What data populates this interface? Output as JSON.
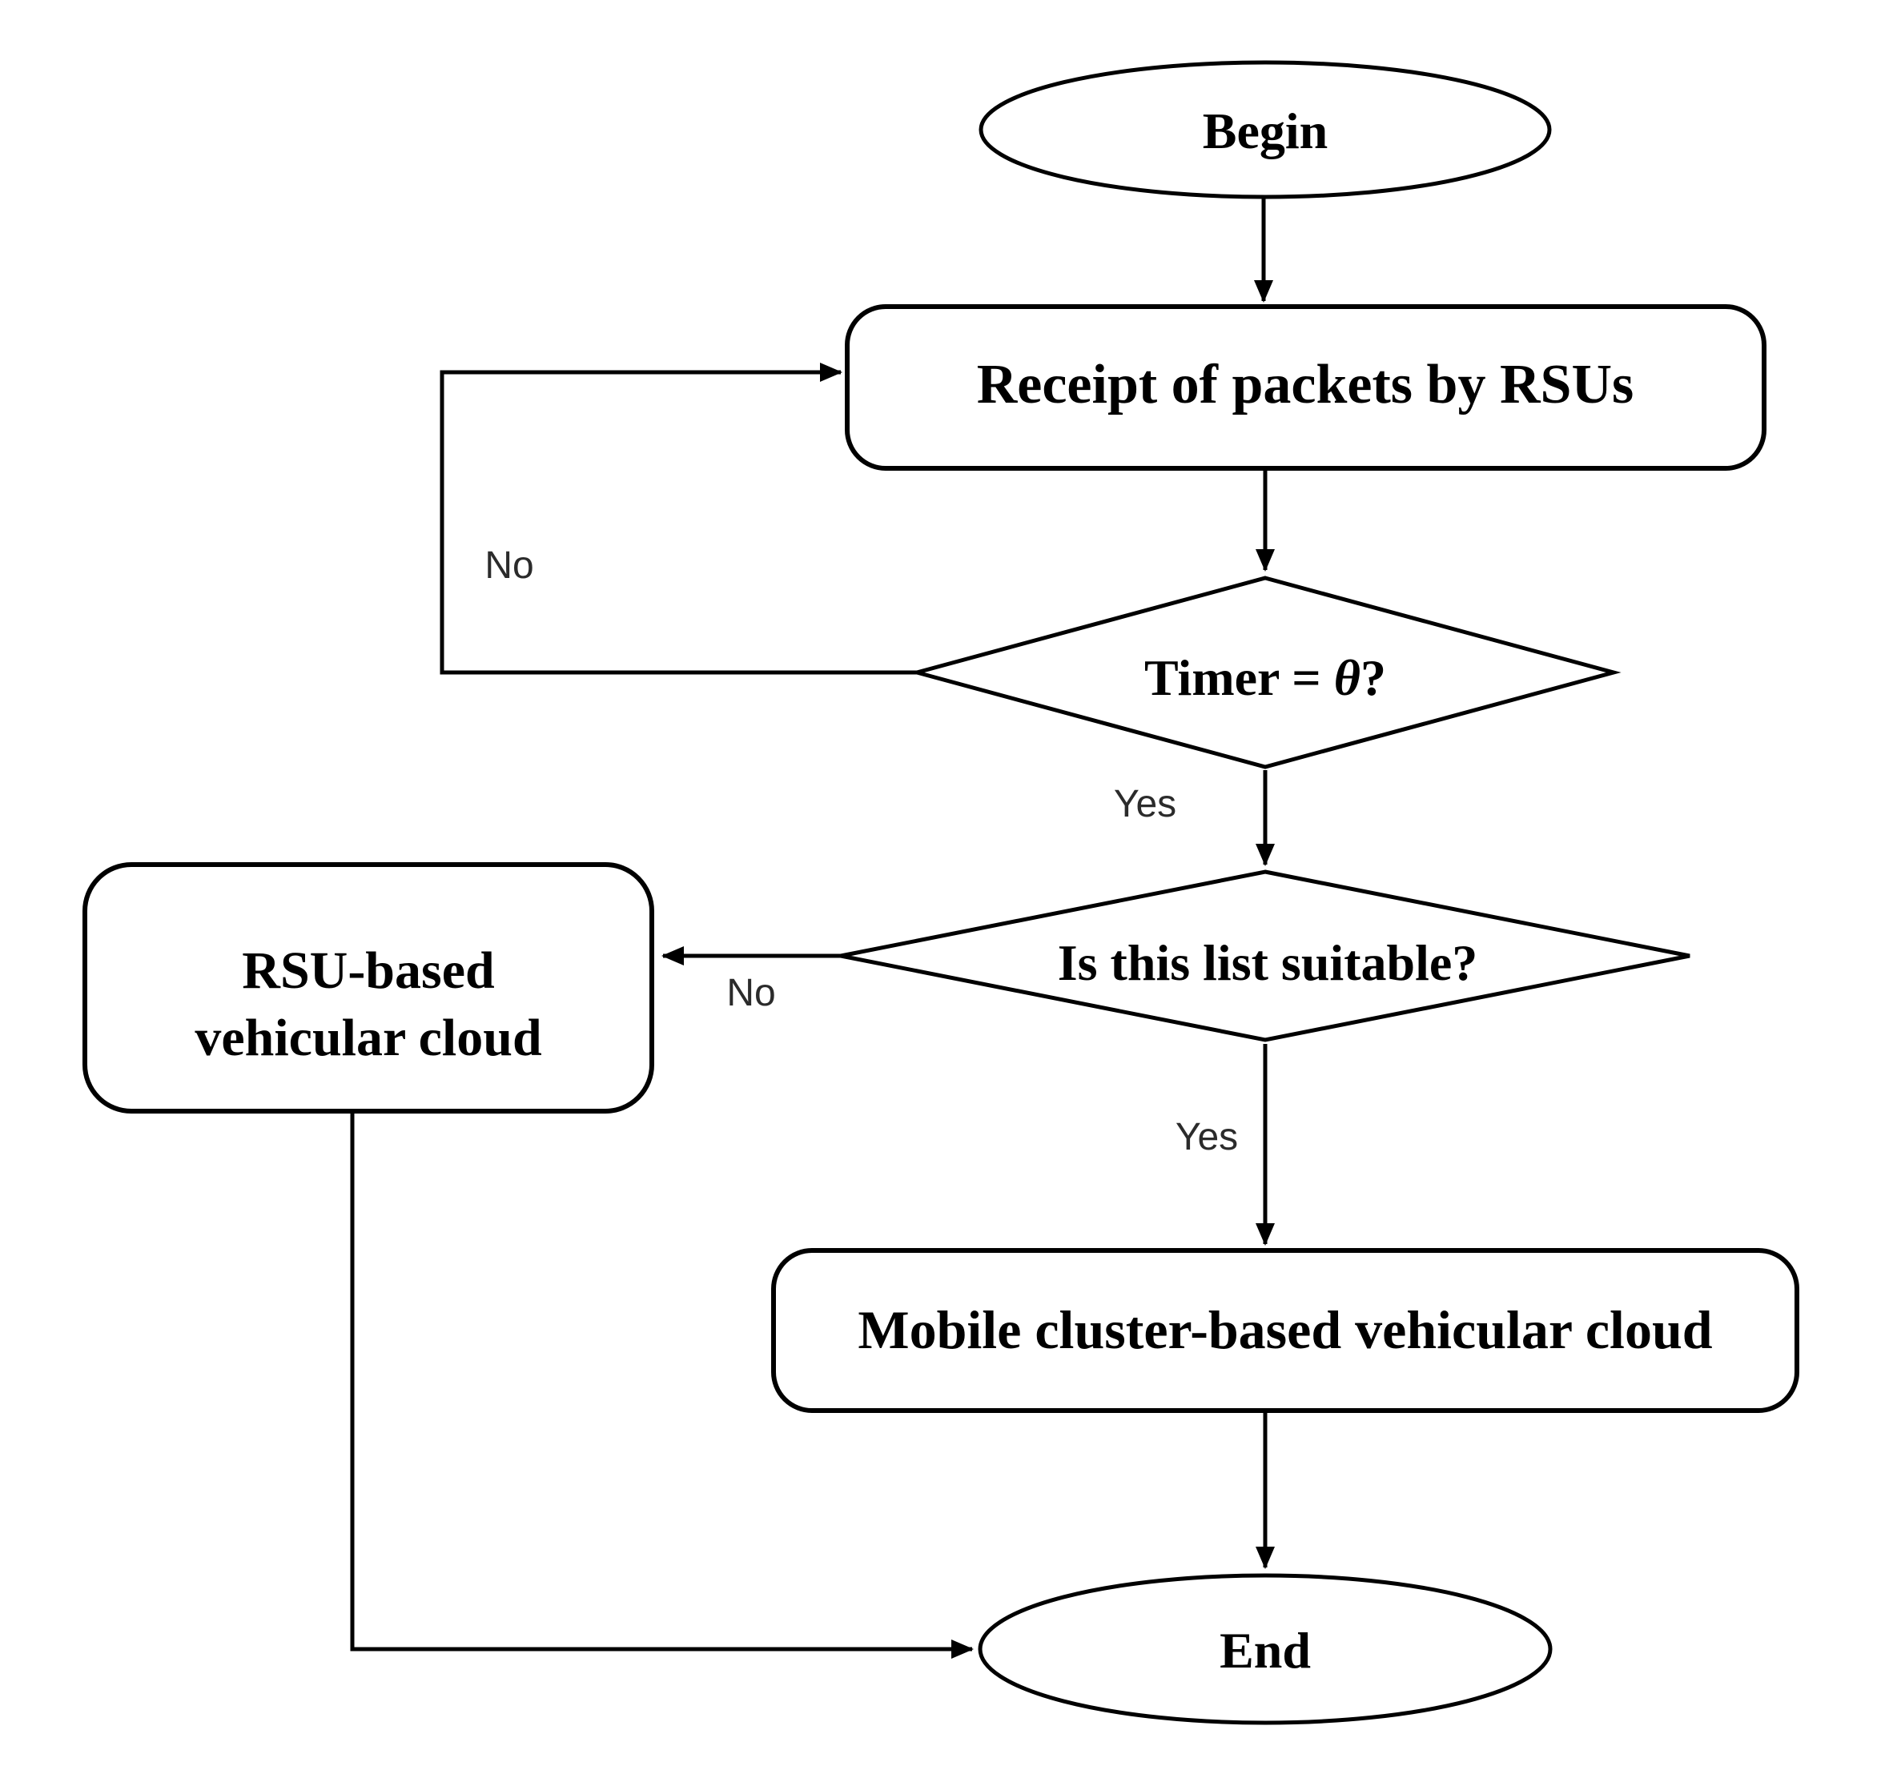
{
  "diagram_type": "flowchart",
  "colors": {
    "background": "#ffffff",
    "stroke": "#000000",
    "edge_label_text": "#2b2b2b"
  },
  "nodes": {
    "begin": {
      "label": "Begin"
    },
    "receipt": {
      "label": "Receipt of packets by RSUs"
    },
    "timer_decision": {
      "label_prefix": "Timer = ",
      "label_theta": "θ",
      "label_suffix": "?"
    },
    "suitable_decision": {
      "label": "Is this list suitable?"
    },
    "rsu_cloud": {
      "label_line1": "RSU-based",
      "label_line2": "vehicular cloud"
    },
    "mobile_cloud": {
      "label": "Mobile cluster-based vehicular cloud"
    },
    "end": {
      "label": "End"
    }
  },
  "edge_labels": {
    "timer_no": "No",
    "timer_yes": "Yes",
    "suitable_no": "No",
    "suitable_yes": "Yes"
  }
}
